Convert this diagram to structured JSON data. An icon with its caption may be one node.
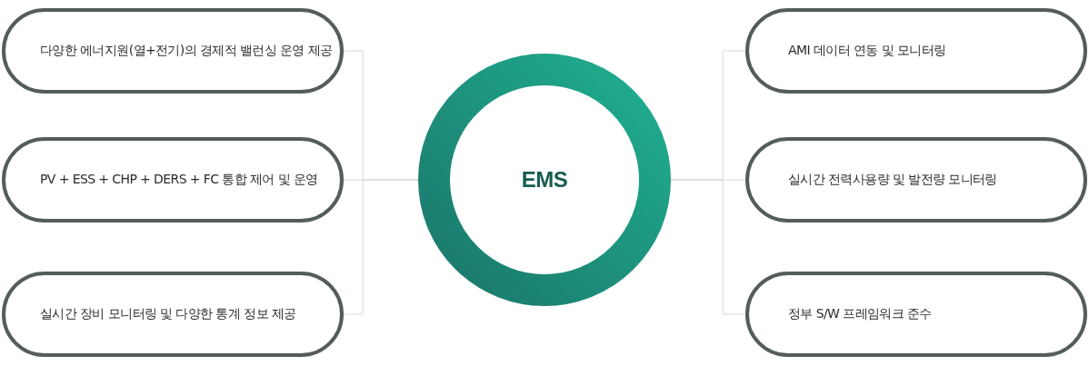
{
  "diagram": {
    "nodes": [
      {
        "text": [
          "다양한 에너지원(열+전기)의 경제적 밸런싱 운영 제공"
        ]
      },
      {
        "text": [
          "PV + ESS + CHP + DERS + FC 통합 제어 및 운영"
        ]
      },
      {
        "text": [
          "실시간 장비 모니터링 및 다양한 통계 정보 제공"
        ]
      },
      {
        "text": [
          "EMS"
        ]
      },
      {
        "text": [
          "AMI 데이터 연동 및 모니터링"
        ]
      },
      {
        "text": [
          "실시간 전력사용량 및 발전량 모니터링"
        ]
      },
      {
        "text": [
          "정부 S/W 프레임워크 준수"
        ]
      }
    ],
    "edges": [
      {
        "from": 0,
        "to": 3,
        "arrow": "none"
      },
      {
        "from": 1,
        "to": 3,
        "arrow": "none"
      },
      {
        "from": 2,
        "to": 3,
        "arrow": "none"
      },
      {
        "from": 3,
        "to": 4,
        "arrow": "none"
      },
      {
        "from": 3,
        "to": 5,
        "arrow": "none"
      },
      {
        "from": 3,
        "to": 6,
        "arrow": "none"
      }
    ]
  }
}
